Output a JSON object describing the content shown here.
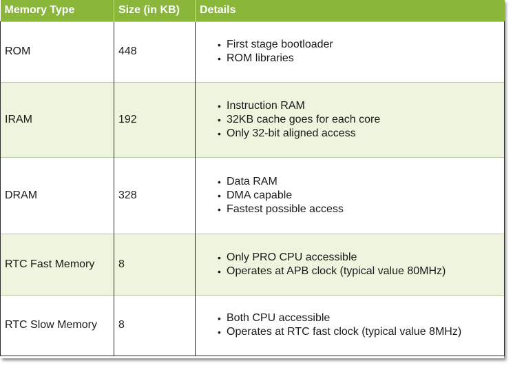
{
  "headers": {
    "memory_type": "Memory Type",
    "size": "Size (in KB)",
    "details": "Details"
  },
  "rows": [
    {
      "memory_type": "ROM",
      "size": "448",
      "details": [
        "First stage bootloader",
        "ROM libraries"
      ]
    },
    {
      "memory_type": "IRAM",
      "size": "192",
      "details": [
        "Instruction RAM",
        "32KB cache goes for each core",
        "Only 32-bit aligned access"
      ]
    },
    {
      "memory_type": "DRAM",
      "size": "328",
      "details": [
        "Data RAM",
        "DMA capable",
        "Fastest possible access"
      ]
    },
    {
      "memory_type": "RTC Fast Memory",
      "size": "8",
      "details": [
        "Only PRO CPU accessible",
        "Operates at APB clock (typical value 80MHz)"
      ]
    },
    {
      "memory_type": "RTC Slow Memory",
      "size": "8",
      "details": [
        "Both CPU accessible",
        "Operates at RTC fast clock (typical value 8MHz)"
      ]
    }
  ],
  "colors": {
    "header_bg": "#8ab73a",
    "alt_row_bg": "#eef4de"
  }
}
